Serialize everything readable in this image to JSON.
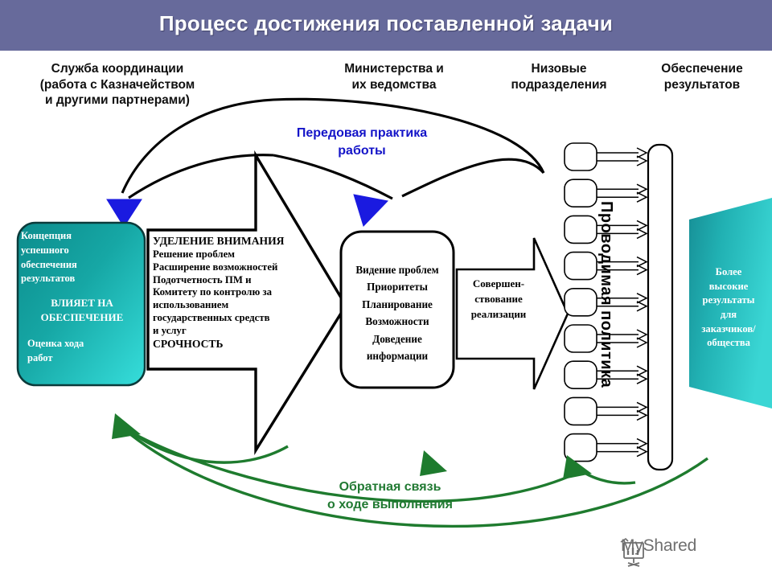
{
  "header": {
    "title": "Процесс достижения поставленной задачи",
    "band_color": "#676a9b",
    "title_color": "#ffffff"
  },
  "column_headers": [
    "Служба координации\n(работа с Казначейством\nи другими партнерами)",
    "Министерства и\nих ведомства",
    "Низовые\nподразделения",
    "Обеспечение\nрезультатов"
  ],
  "column_headers_lines": [
    [
      "Служба координации",
      "(работа с Казначейством",
      "и другими партнерами)"
    ],
    [
      "Министерства и",
      "их ведомства"
    ],
    [
      "Низовые",
      "подразделения"
    ],
    [
      "Обеспечение",
      "результатов"
    ]
  ],
  "flow_labels": {
    "best_practice": {
      "lines": [
        "Передовая практика",
        "работы"
      ],
      "color": "#1414c8"
    },
    "feedback": {
      "lines": [
        "Обратная связь",
        "о ходе выполнения"
      ],
      "color": "#227a33"
    }
  },
  "concept_box": {
    "lead_lines": [
      "Концепция",
      "успешного",
      "обеспечения",
      "результатов"
    ],
    "emphasis_lines": [
      "ВЛИЯЕТ НА",
      "ОБЕСПЕЧЕНИЕ"
    ],
    "tail_lines": [
      "Оценка хода",
      "работ"
    ],
    "fill_from": "#0e8e8e",
    "fill_to": "#2fd3d0",
    "text_color": "#ffffff"
  },
  "attention_block": {
    "heading": "УДЕЛЕНИЕ ВНИМАНИЯ",
    "lines": [
      "Решение проблем",
      "Расширение возможностей",
      "Подотчетность ПМ и",
      "Комитету по контролю за",
      "использованием",
      "государственных средств",
      "и услуг"
    ],
    "footer": "СРОЧНОСТЬ"
  },
  "vision_box": {
    "lines": [
      "Видение проблем",
      "Приоритеты",
      "Планирование",
      "Возможности",
      "Доведение",
      "информации"
    ]
  },
  "improvement_arrow": {
    "lines": [
      "Совершен-",
      "ствование",
      "реализации"
    ]
  },
  "policy_bar": {
    "label": "Проводимая политика",
    "unit_count": 9
  },
  "results_shape": {
    "lines": [
      "Более",
      "высокие",
      "результаты",
      "для",
      "заказчиков/",
      "общества"
    ],
    "fill_from": "#1a9d9d",
    "fill_to": "#33d2d2",
    "text_color": "#ffffff"
  },
  "watermark": {
    "text": "MyShared",
    "icon": "presentation-board-icon",
    "color": "#6f6f6f"
  },
  "palette": {
    "blue_arrowhead": "#1a1ae0",
    "green_arrow": "#1e7b2e",
    "black_outline": "#000000",
    "teal": "#1fb6b6"
  }
}
